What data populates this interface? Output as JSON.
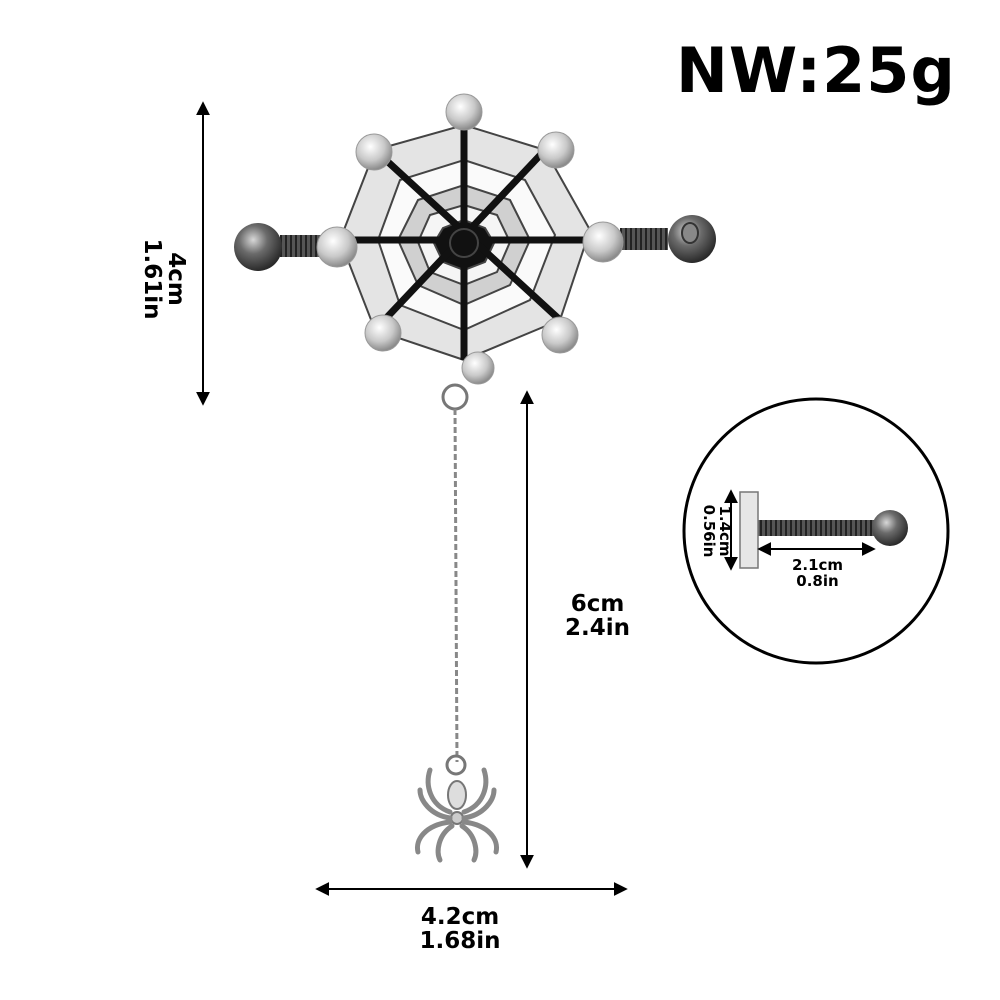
{
  "product": {
    "net_weight_label": "NW:25g"
  },
  "dimensions": {
    "height": {
      "metric": "4cm",
      "imperial": "1.61in"
    },
    "chain_length": {
      "metric": "6cm",
      "imperial": "2.4in"
    },
    "width": {
      "metric": "4.2cm",
      "imperial": "1.68in"
    }
  },
  "inset": {
    "bar_length": {
      "metric": "2.1cm",
      "imperial": "0.8in"
    },
    "plate_height": {
      "metric": "1.4cm",
      "imperial": "0.56in"
    }
  },
  "colors": {
    "background": "#ffffff",
    "text": "#000000",
    "metal_light": "#e6e6e6",
    "metal_dark": "#3a3a3a"
  }
}
